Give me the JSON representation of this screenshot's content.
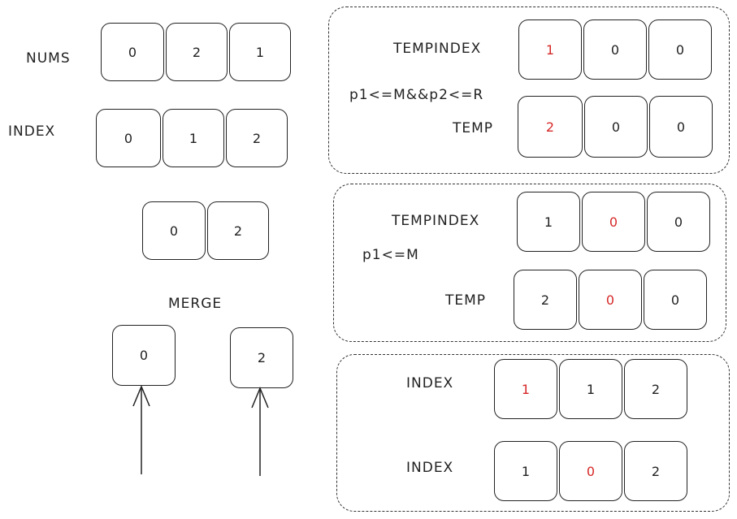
{
  "left": {
    "nums_label": "NUMS",
    "nums": [
      "0",
      "2",
      "1"
    ],
    "index_label": "INDEX",
    "index": [
      "0",
      "1",
      "2"
    ],
    "pair": [
      "0",
      "2"
    ],
    "merge_label": "MERGE",
    "merge_left": "0",
    "merge_right": "2"
  },
  "panel1": {
    "tempindex_label": "TEMPINDEX",
    "tempindex": [
      "1",
      "0",
      "0"
    ],
    "condition": "p1<=M&&p2<=R",
    "temp_label": "TEMP",
    "temp": [
      "2",
      "0",
      "0"
    ]
  },
  "panel2": {
    "tempindex_label": "TEMPINDEX",
    "tempindex": [
      "1",
      "0",
      "0"
    ],
    "condition": "p1<=M",
    "temp_label": "TEMP",
    "temp": [
      "2",
      "0",
      "0"
    ]
  },
  "panel3": {
    "index_label_1": "INDEX",
    "index_1": [
      "1",
      "1",
      "2"
    ],
    "index_label_2": "INDEX",
    "index_2": [
      "1",
      "0",
      "2"
    ]
  },
  "colors": {
    "highlight": "#d62828",
    "ink": "#222222"
  }
}
